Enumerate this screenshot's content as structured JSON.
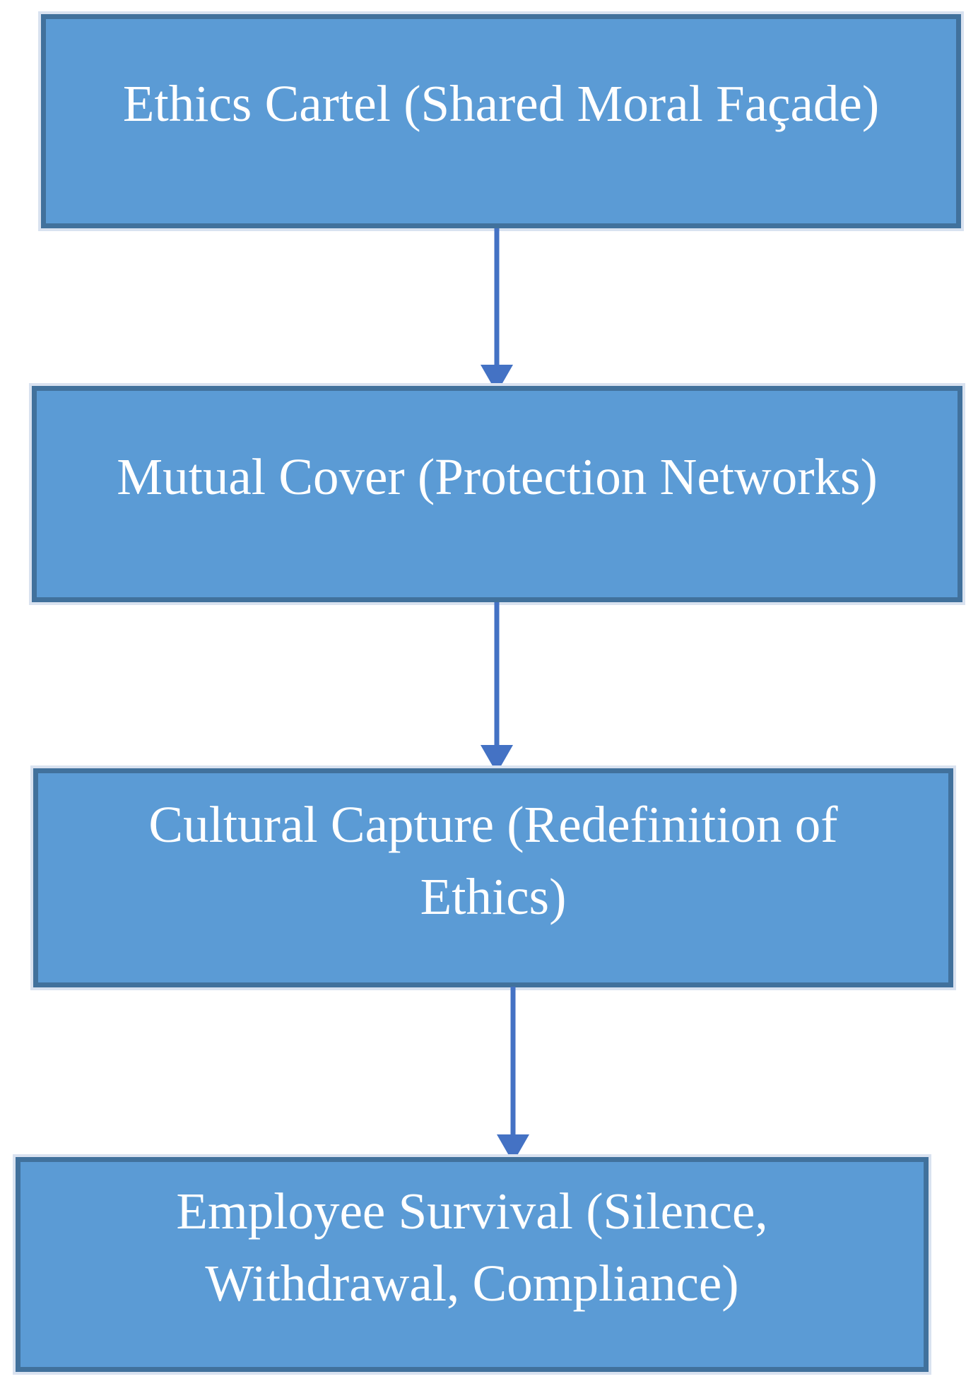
{
  "diagram": {
    "type": "flowchart",
    "direction": "top-down",
    "boxes": [
      {
        "id": "ethics-cartel",
        "label": "Ethics Cartel (Shared Moral Façade)",
        "lines": [
          "Ethics Cartel (Shared Moral Façade)"
        ]
      },
      {
        "id": "mutual-cover",
        "label": "Mutual Cover (Protection Networks)",
        "lines": [
          "Mutual Cover (Protection Networks)"
        ]
      },
      {
        "id": "cultural-capture",
        "label": "Cultural Capture (Redefinition of Ethics)",
        "lines": [
          "Cultural Capture (Redefinition of",
          "Ethics)"
        ]
      },
      {
        "id": "employee-survival",
        "label": "Employee Survival (Silence, Withdrawal, Compliance)",
        "lines": [
          "Employee Survival (Silence,",
          "Withdrawal, Compliance)"
        ]
      }
    ],
    "connectors": [
      {
        "from": "ethics-cartel",
        "to": "mutual-cover"
      },
      {
        "from": "mutual-cover",
        "to": "cultural-capture"
      },
      {
        "from": "cultural-capture",
        "to": "employee-survival"
      }
    ],
    "colors": {
      "box_fill": "#5B9BD5",
      "box_border": "#41719C",
      "box_halo": "#D9E2F0",
      "arrow": "#4472C4",
      "text": "#FFFFFF",
      "background": "#FFFFFF"
    }
  }
}
